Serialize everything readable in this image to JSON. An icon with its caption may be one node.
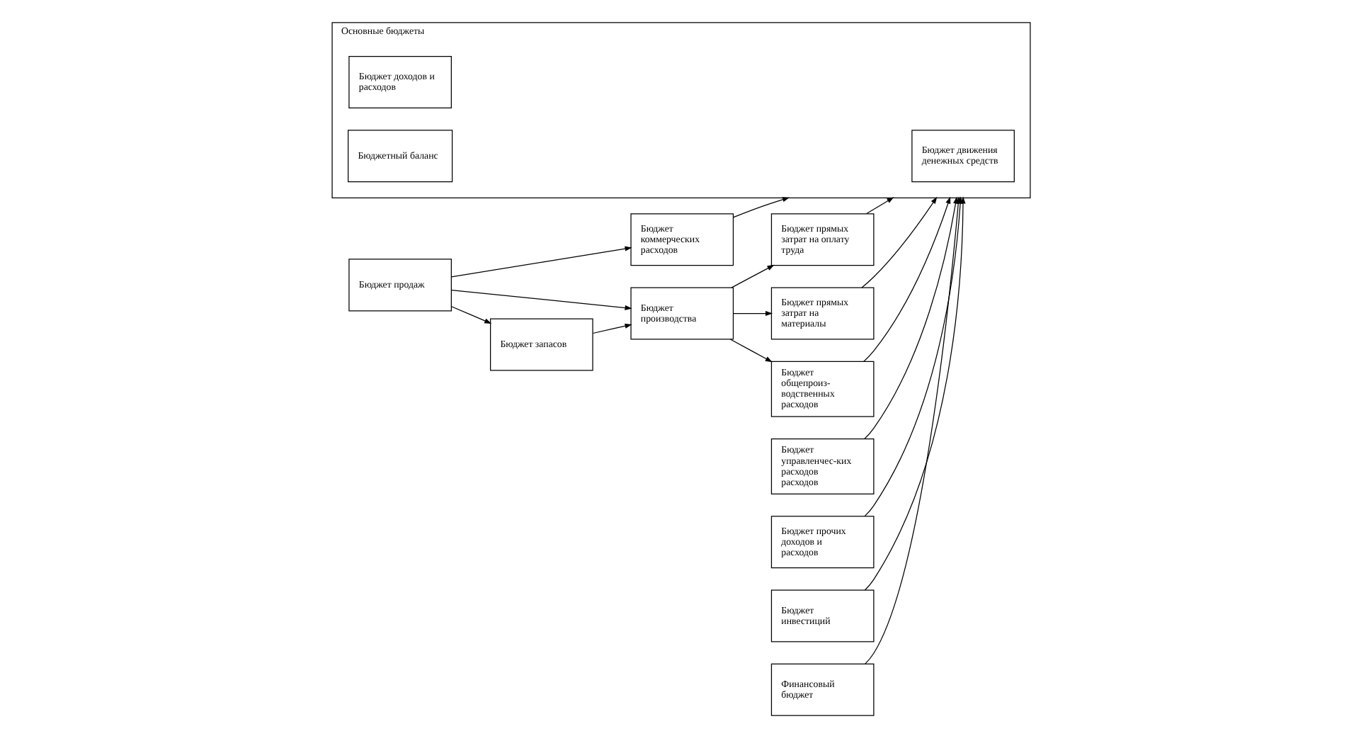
{
  "diagram": {
    "nodes": [
      {
        "text": [
          "Бюджет коммерческих расходов"
        ]
      },
      {
        "text": [
          "Бюджет прямых затрат на оплату труда"
        ]
      },
      {
        "text": [
          "Бюджет управленчес-ких расходов расходов"
        ]
      },
      {
        "text": [
          "Бюджет продаж"
        ]
      },
      {
        "text": [
          "Бюджет производства"
        ]
      },
      {
        "text": [
          "Бюджет прямых затрат на материалы"
        ]
      },
      {
        "text": [
          "Бюджет прочих доходов и расходов"
        ]
      },
      {
        "text": [
          "Бюджет запасов"
        ]
      },
      {
        "text": [
          "Бюджет общепроиз- водственных расходов"
        ]
      },
      {
        "text": [
          "Бюджет инвестиций"
        ]
      },
      {
        "text": [
          "Финансовый бюджет"
        ]
      },
      {
        "text": [
          "Основные бюджеты"
        ]
      },
      {
        "text": [
          "Бюджет доходов и расходов"
        ],
        "in": 11
      },
      {
        "text": [
          "Бюджет движения денежных средств"
        ],
        "in": 11
      },
      {
        "text": [
          "Бюджетный баланс"
        ],
        "in": 11
      }
    ],
    "edges": [
      {
        "from": 3,
        "to": 0,
        "arrow": "to"
      },
      {
        "from": 3,
        "to": 4,
        "arrow": "to"
      },
      {
        "from": 3,
        "to": 7,
        "arrow": "to"
      },
      {
        "from": 7,
        "to": 4,
        "arrow": "to"
      },
      {
        "from": 4,
        "to": 1,
        "arrow": "to"
      },
      {
        "from": 4,
        "to": 5,
        "arrow": "to"
      },
      {
        "from": 4,
        "to": 8,
        "arrow": "to"
      },
      {
        "from": 0,
        "to": 11,
        "arrow": "to"
      },
      {
        "from": 1,
        "to": 11,
        "arrow": "to"
      },
      {
        "from": 2,
        "to": 11,
        "arrow": "to"
      },
      {
        "from": 5,
        "to": 11,
        "arrow": "to"
      },
      {
        "from": 6,
        "to": 11,
        "arrow": "to"
      },
      {
        "from": 8,
        "to": 11,
        "arrow": "to"
      },
      {
        "from": 9,
        "to": 11,
        "arrow": "to"
      },
      {
        "from": 10,
        "to": 11,
        "arrow": "to"
      }
    ]
  }
}
